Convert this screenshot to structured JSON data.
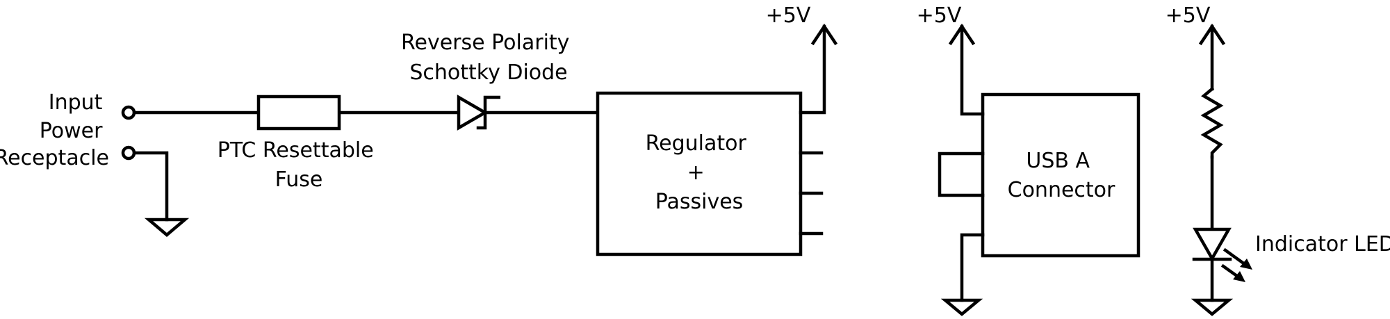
{
  "labels": {
    "input_power": [
      "Input",
      "Power",
      "Receptacle"
    ],
    "ptc_fuse": [
      "PTC Resettable",
      "Fuse"
    ],
    "schottky_diode": [
      "Reverse Polarity",
      "Schottky Diode"
    ],
    "regulator": [
      "Regulator",
      "+",
      "Passives"
    ],
    "usb_connector": [
      "USB A",
      "Connector"
    ],
    "indicator_led": "Indicator LED",
    "rail_regulator": "+5V",
    "rail_usb": "+5V",
    "rail_led": "+5V"
  }
}
